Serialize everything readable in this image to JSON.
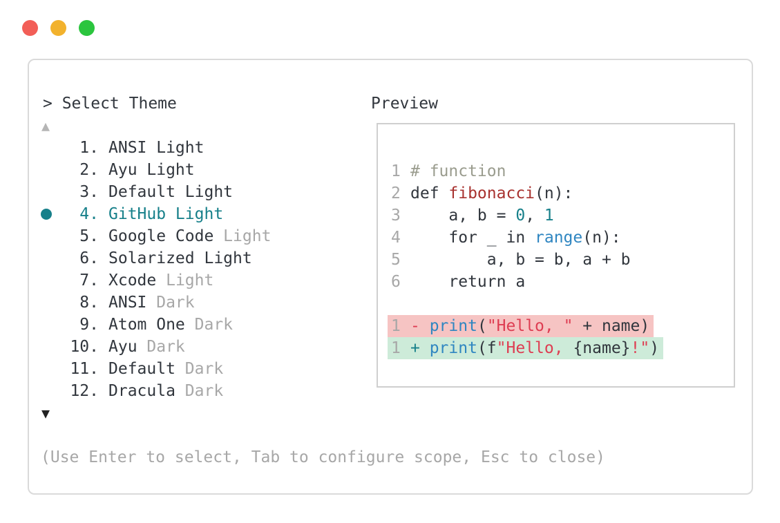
{
  "colors": {
    "accent_teal": "#17808a",
    "string_red": "#de3d52",
    "function_red": "#a8322f",
    "builtin_blue": "#2f86c1",
    "comment_gray_green": "#9a9c8e",
    "muted_gray": "#a7a7a7",
    "text_dark": "#31363d",
    "diff_removed_bg": "#f6c4c3",
    "diff_added_bg": "#cdebd9",
    "traffic_red": "#f25e57",
    "traffic_yellow": "#f2b22d",
    "traffic_green": "#2bc53e"
  },
  "window_controls": {
    "close": "close-button",
    "minimize": "minimize-button",
    "zoom": "zoom-button"
  },
  "selector": {
    "title": "> Select Theme",
    "scroll_up": "▲",
    "scroll_down": "▼",
    "items": [
      {
        "number": "1.",
        "name": "ANSI Light",
        "muted": "",
        "selected": false
      },
      {
        "number": "2.",
        "name": "Ayu Light",
        "muted": "",
        "selected": false
      },
      {
        "number": "3.",
        "name": "Default Light",
        "muted": "",
        "selected": false
      },
      {
        "number": "4.",
        "name": "GitHub Light",
        "muted": "",
        "selected": true
      },
      {
        "number": "5.",
        "name": "Google Code",
        "muted": "Light",
        "selected": false
      },
      {
        "number": "6.",
        "name": "Solarized Light",
        "muted": "",
        "selected": false
      },
      {
        "number": "7.",
        "name": "Xcode",
        "muted": "Light",
        "selected": false
      },
      {
        "number": "8.",
        "name": "ANSI",
        "muted": "Dark",
        "selected": false
      },
      {
        "number": "9.",
        "name": "Atom One",
        "muted": "Dark",
        "selected": false
      },
      {
        "number": "10.",
        "name": "Ayu",
        "muted": "Dark",
        "selected": false
      },
      {
        "number": "11.",
        "name": "Default",
        "muted": "Dark",
        "selected": false
      },
      {
        "number": "12.",
        "name": "Dracula",
        "muted": "Dark",
        "selected": false
      }
    ],
    "hint": "(Use Enter to select, Tab to configure scope, Esc to close)"
  },
  "preview": {
    "label": "Preview",
    "lines": [
      {
        "num": "1",
        "hl": null,
        "tokens": [
          {
            "text": "# function",
            "style": "comment"
          }
        ]
      },
      {
        "num": "2",
        "hl": null,
        "tokens": [
          {
            "text": "def ",
            "style": "plain"
          },
          {
            "text": "fibonacci",
            "style": "func"
          },
          {
            "text": "(n):",
            "style": "plain"
          }
        ]
      },
      {
        "num": "3",
        "hl": null,
        "tokens": [
          {
            "text": "    a, b = ",
            "style": "plain"
          },
          {
            "text": "0",
            "style": "num"
          },
          {
            "text": ", ",
            "style": "plain"
          },
          {
            "text": "1",
            "style": "num"
          }
        ]
      },
      {
        "num": "4",
        "hl": null,
        "tokens": [
          {
            "text": "    for _ in ",
            "style": "plain"
          },
          {
            "text": "range",
            "style": "builtin"
          },
          {
            "text": "(n):",
            "style": "plain"
          }
        ]
      },
      {
        "num": "5",
        "hl": null,
        "tokens": [
          {
            "text": "        a, b = b, a + b",
            "style": "plain"
          }
        ]
      },
      {
        "num": "6",
        "hl": null,
        "tokens": [
          {
            "text": "    return a",
            "style": "plain"
          }
        ]
      },
      {
        "num": "",
        "hl": null,
        "tokens": []
      },
      {
        "num": "1",
        "hl": "removed",
        "tokens": [
          {
            "text": "- ",
            "style": "removed-marker"
          },
          {
            "text": "print",
            "style": "builtin"
          },
          {
            "text": "(",
            "style": "plain"
          },
          {
            "text": "\"Hello, \"",
            "style": "string"
          },
          {
            "text": " + name)",
            "style": "plain"
          }
        ]
      },
      {
        "num": "1",
        "hl": "added",
        "tokens": [
          {
            "text": "+ ",
            "style": "added-marker"
          },
          {
            "text": "print",
            "style": "builtin"
          },
          {
            "text": "(f",
            "style": "plain"
          },
          {
            "text": "\"Hello, ",
            "style": "string"
          },
          {
            "text": "{name}",
            "style": "plain"
          },
          {
            "text": "!\"",
            "style": "string"
          },
          {
            "text": ")",
            "style": "plain"
          }
        ]
      }
    ]
  }
}
